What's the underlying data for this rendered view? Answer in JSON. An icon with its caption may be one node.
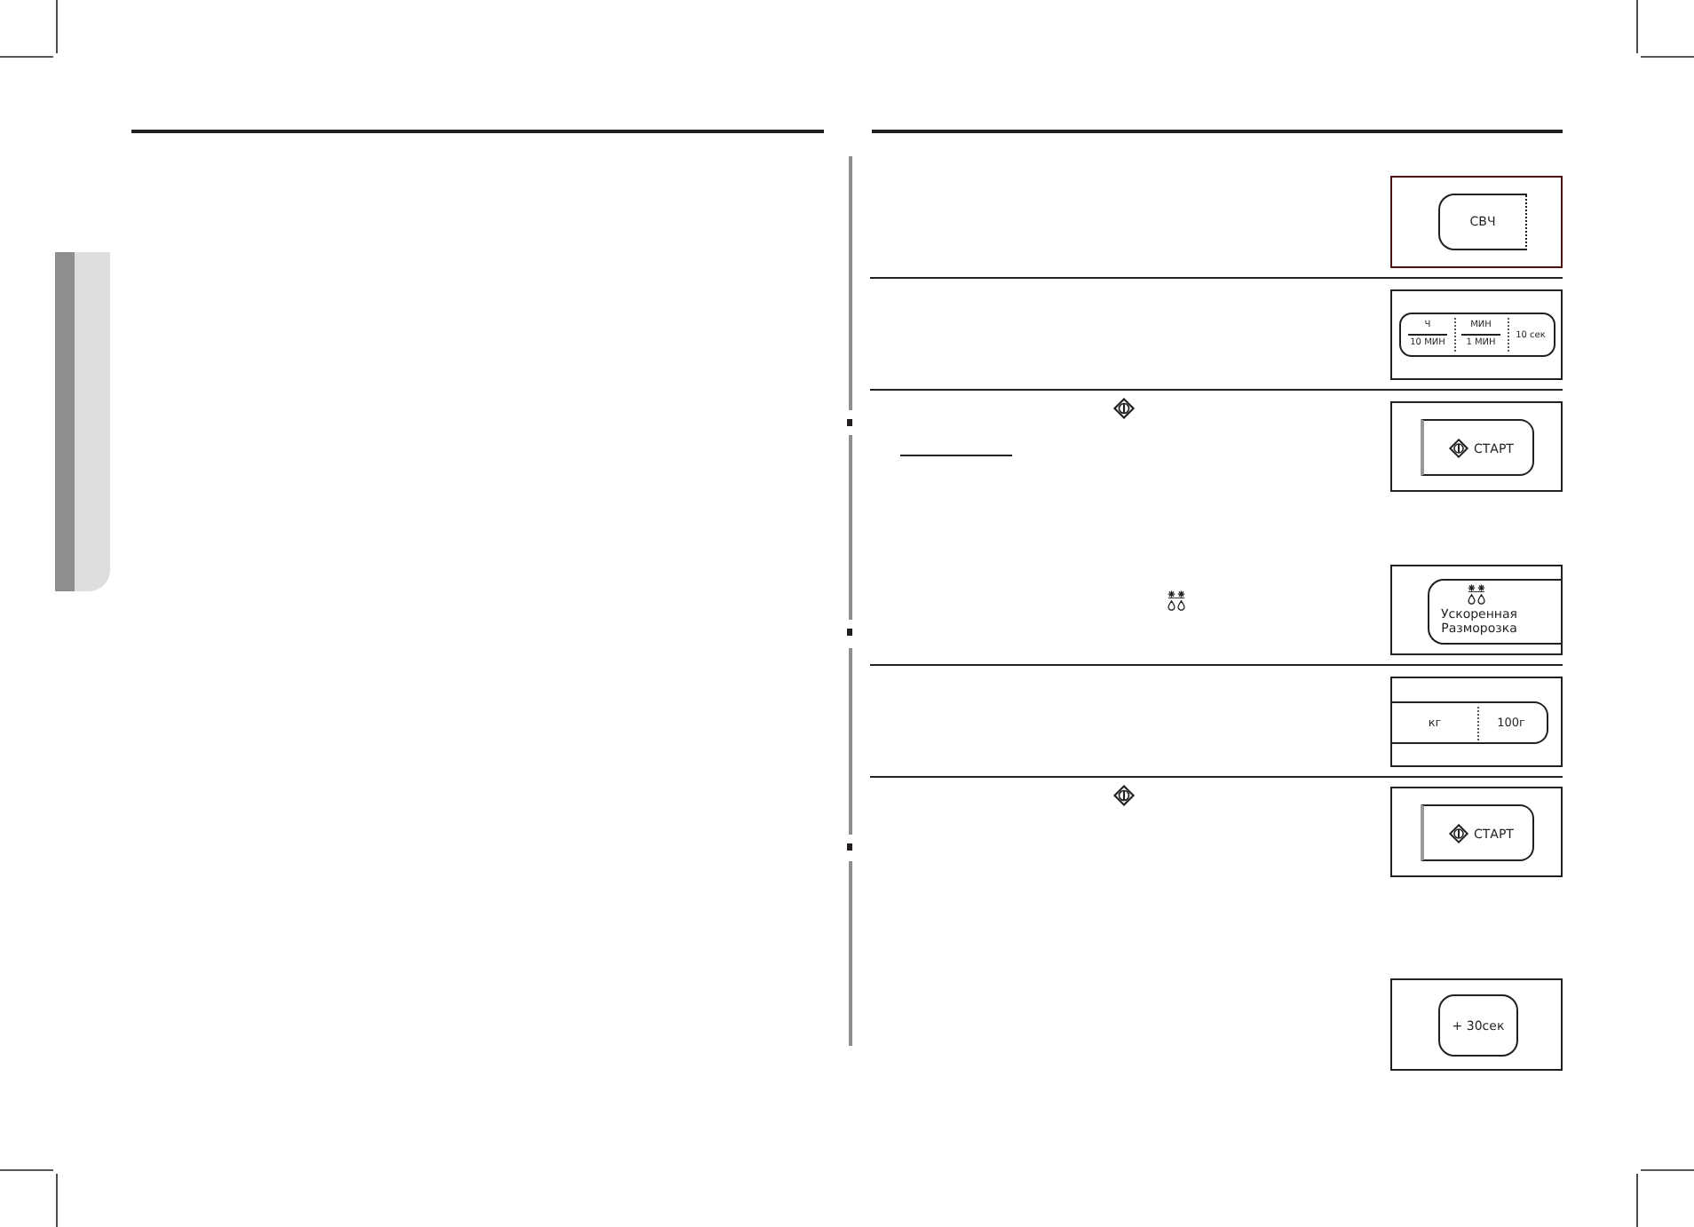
{
  "diagram": {
    "nodes": [
      {
        "text": [],
        "shape": "bar"
      },
      {
        "text": [
          "СВЧ"
        ]
      },
      {
        "text": [
          "Ч",
          "10 МИН",
          "МИН",
          "1 МИН",
          "10 сек"
        ]
      },
      {
        "text": [
          "СТАРТ"
        ]
      },
      {
        "text": [
          "Ускоренная Разморозка"
        ]
      },
      {
        "text": [
          "кг",
          "100г"
        ]
      },
      {
        "text": [
          "СТАРТ"
        ]
      },
      {
        "text": [
          "+ 30сек"
        ]
      }
    ]
  }
}
